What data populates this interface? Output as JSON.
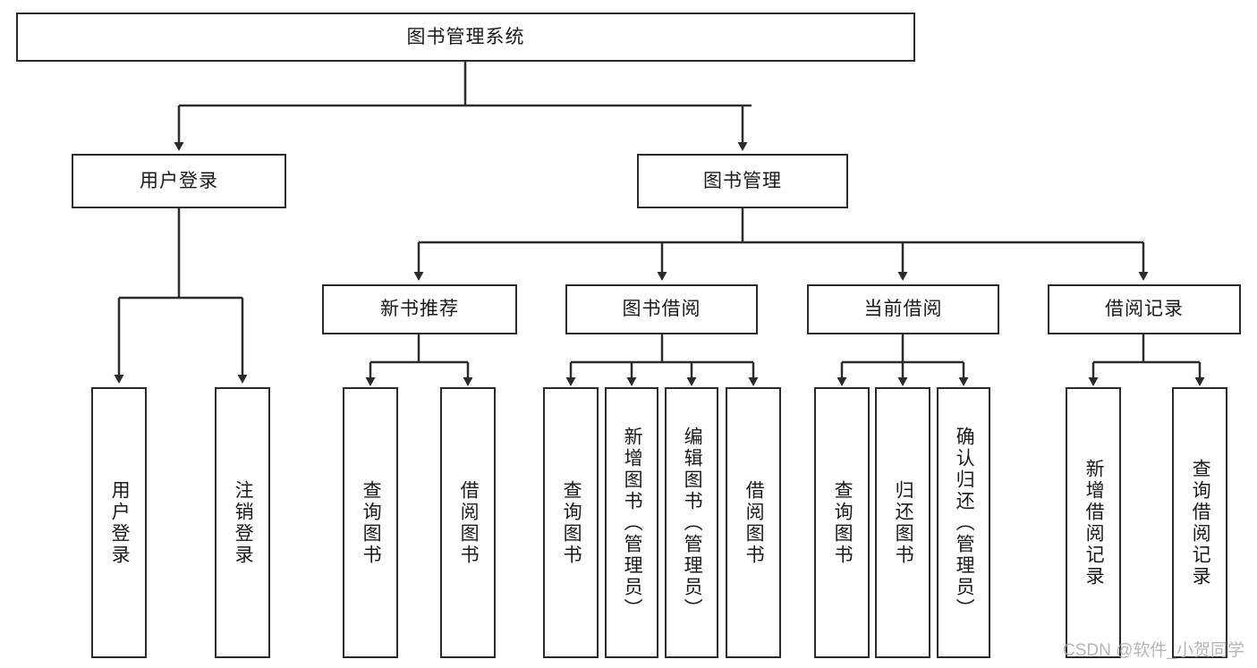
{
  "diagram": {
    "type": "tree-hierarchy-chart",
    "title": "图书管理系统",
    "orientation": "top-down",
    "colors": {
      "background": "#ffffff",
      "node_border": "#2b2b2b",
      "node_fill": "#ffffff",
      "connector": "#2b2b2b",
      "watermark": "#a9a9a9"
    },
    "watermark": "CSDN @软件_小贺同学",
    "levels": [
      {
        "level": 1,
        "nodes": [
          {
            "id": "root",
            "label": "图书管理系统",
            "text_orientation": "horizontal"
          }
        ]
      },
      {
        "level": 2,
        "nodes": [
          {
            "id": "login",
            "label": "用户登录",
            "text_orientation": "horizontal",
            "parent": "root"
          },
          {
            "id": "bookmgmt",
            "label": "图书管理",
            "text_orientation": "horizontal",
            "parent": "root"
          }
        ]
      },
      {
        "level": 3,
        "nodes": [
          {
            "id": "newbook",
            "label": "新书推荐",
            "text_orientation": "horizontal",
            "parent": "bookmgmt"
          },
          {
            "id": "borrow",
            "label": "图书借阅",
            "text_orientation": "horizontal",
            "parent": "bookmgmt"
          },
          {
            "id": "current",
            "label": "当前借阅",
            "text_orientation": "horizontal",
            "parent": "bookmgmt"
          },
          {
            "id": "records",
            "label": "借阅记录",
            "text_orientation": "horizontal",
            "parent": "bookmgmt"
          }
        ]
      },
      {
        "level": 4,
        "nodes": [
          {
            "id": "leaf1",
            "label": "用户登录",
            "text_orientation": "vertical",
            "parent": "login"
          },
          {
            "id": "leaf2",
            "label": "注销登录",
            "text_orientation": "vertical",
            "parent": "login"
          },
          {
            "id": "leaf3",
            "label": "查询图书",
            "text_orientation": "vertical",
            "parent": "newbook"
          },
          {
            "id": "leaf4",
            "label": "借阅图书",
            "text_orientation": "vertical",
            "parent": "newbook"
          },
          {
            "id": "leaf5",
            "label": "查询图书",
            "text_orientation": "vertical",
            "parent": "borrow"
          },
          {
            "id": "leaf6",
            "label": "新增图书（管理员）",
            "text_orientation": "vertical",
            "parent": "borrow"
          },
          {
            "id": "leaf7",
            "label": "编辑图书（管理员）",
            "text_orientation": "vertical",
            "parent": "borrow"
          },
          {
            "id": "leaf8",
            "label": "借阅图书",
            "text_orientation": "vertical",
            "parent": "borrow"
          },
          {
            "id": "leaf9",
            "label": "查询图书",
            "text_orientation": "vertical",
            "parent": "current"
          },
          {
            "id": "leaf10",
            "label": "归还图书",
            "text_orientation": "vertical",
            "parent": "current"
          },
          {
            "id": "leaf11",
            "label": "确认归还（管理员）",
            "text_orientation": "vertical",
            "parent": "current"
          },
          {
            "id": "leaf12",
            "label": "新增借阅记录",
            "text_orientation": "vertical",
            "parent": "records"
          },
          {
            "id": "leaf13",
            "label": "查询借阅记录",
            "text_orientation": "vertical",
            "parent": "records"
          }
        ]
      }
    ]
  }
}
